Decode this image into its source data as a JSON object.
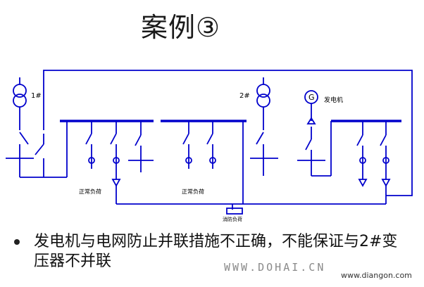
{
  "slide": {
    "title": "案例③",
    "bullet": "发电机与电网防止并联措施不正确，不能保证与2#变压器不并联",
    "watermark": "WWW.DOHAI.CN",
    "credit": "www.diangon.com"
  },
  "diagram": {
    "transformer_1_label": "1#",
    "transformer_2_label": "2#",
    "generator_label": "发电机",
    "generator_symbol": "G",
    "load_label_1": "正常负荷",
    "load_label_2": "正常负荷",
    "fire_load_label": "消防负荷",
    "line_color": "#0000cc"
  }
}
